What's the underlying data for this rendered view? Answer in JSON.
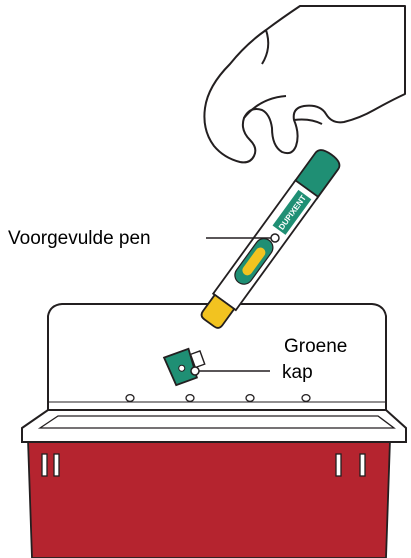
{
  "labels": {
    "pen": "Voorgevulde pen",
    "cap_line1": "Groene",
    "cap_line2": "kap"
  },
  "pen_brand": "DUPIXENT",
  "colors": {
    "container_red": "#b5242f",
    "pen_green": "#1f8f74",
    "pen_yellow": "#f2c320",
    "cap_green": "#1f8f74",
    "outline": "#231f20"
  }
}
